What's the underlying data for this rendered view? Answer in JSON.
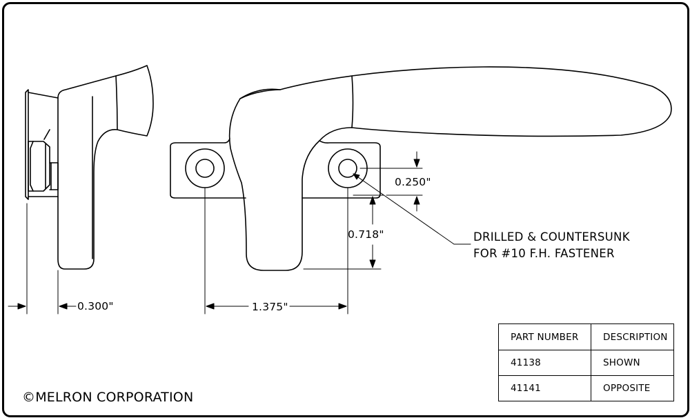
{
  "dimensions": {
    "width_300": "0.300\"",
    "spacing_1375": "1.375\"",
    "height_718": "0.718\"",
    "offset_250": "0.250\""
  },
  "note": {
    "line1": "DRILLED & COUNTERSUNK",
    "line2": "FOR #10 F.H. FASTENER"
  },
  "parts_table": {
    "headers": [
      "PART NUMBER",
      "DESCRIPTION"
    ],
    "rows": [
      [
        "41138",
        "SHOWN"
      ],
      [
        "41141",
        "OPPOSITE"
      ]
    ]
  },
  "copyright": "©MELRON CORPORATION"
}
